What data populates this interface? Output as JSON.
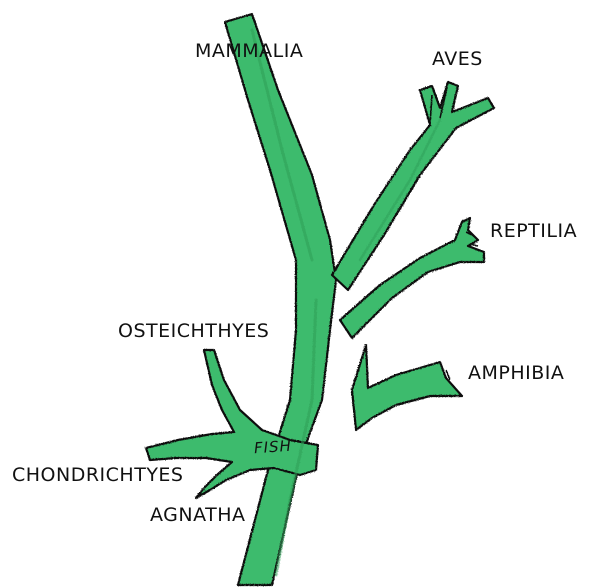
{
  "diagram": {
    "labels": {
      "mammalia": "MAMMALIA",
      "aves": "AVES",
      "reptilia": "REPTILIA",
      "amphibia": "AMPHIBIA",
      "osteichthyes": "OSTEICHTHYES",
      "chondrichthyes": "CHONDRICHTYES",
      "agnatha": "AGNATHA",
      "fish": "FISH"
    },
    "colors": {
      "branch_fill": "#3dbb6d",
      "branch_outline": "#111111",
      "text": "#111111"
    }
  }
}
